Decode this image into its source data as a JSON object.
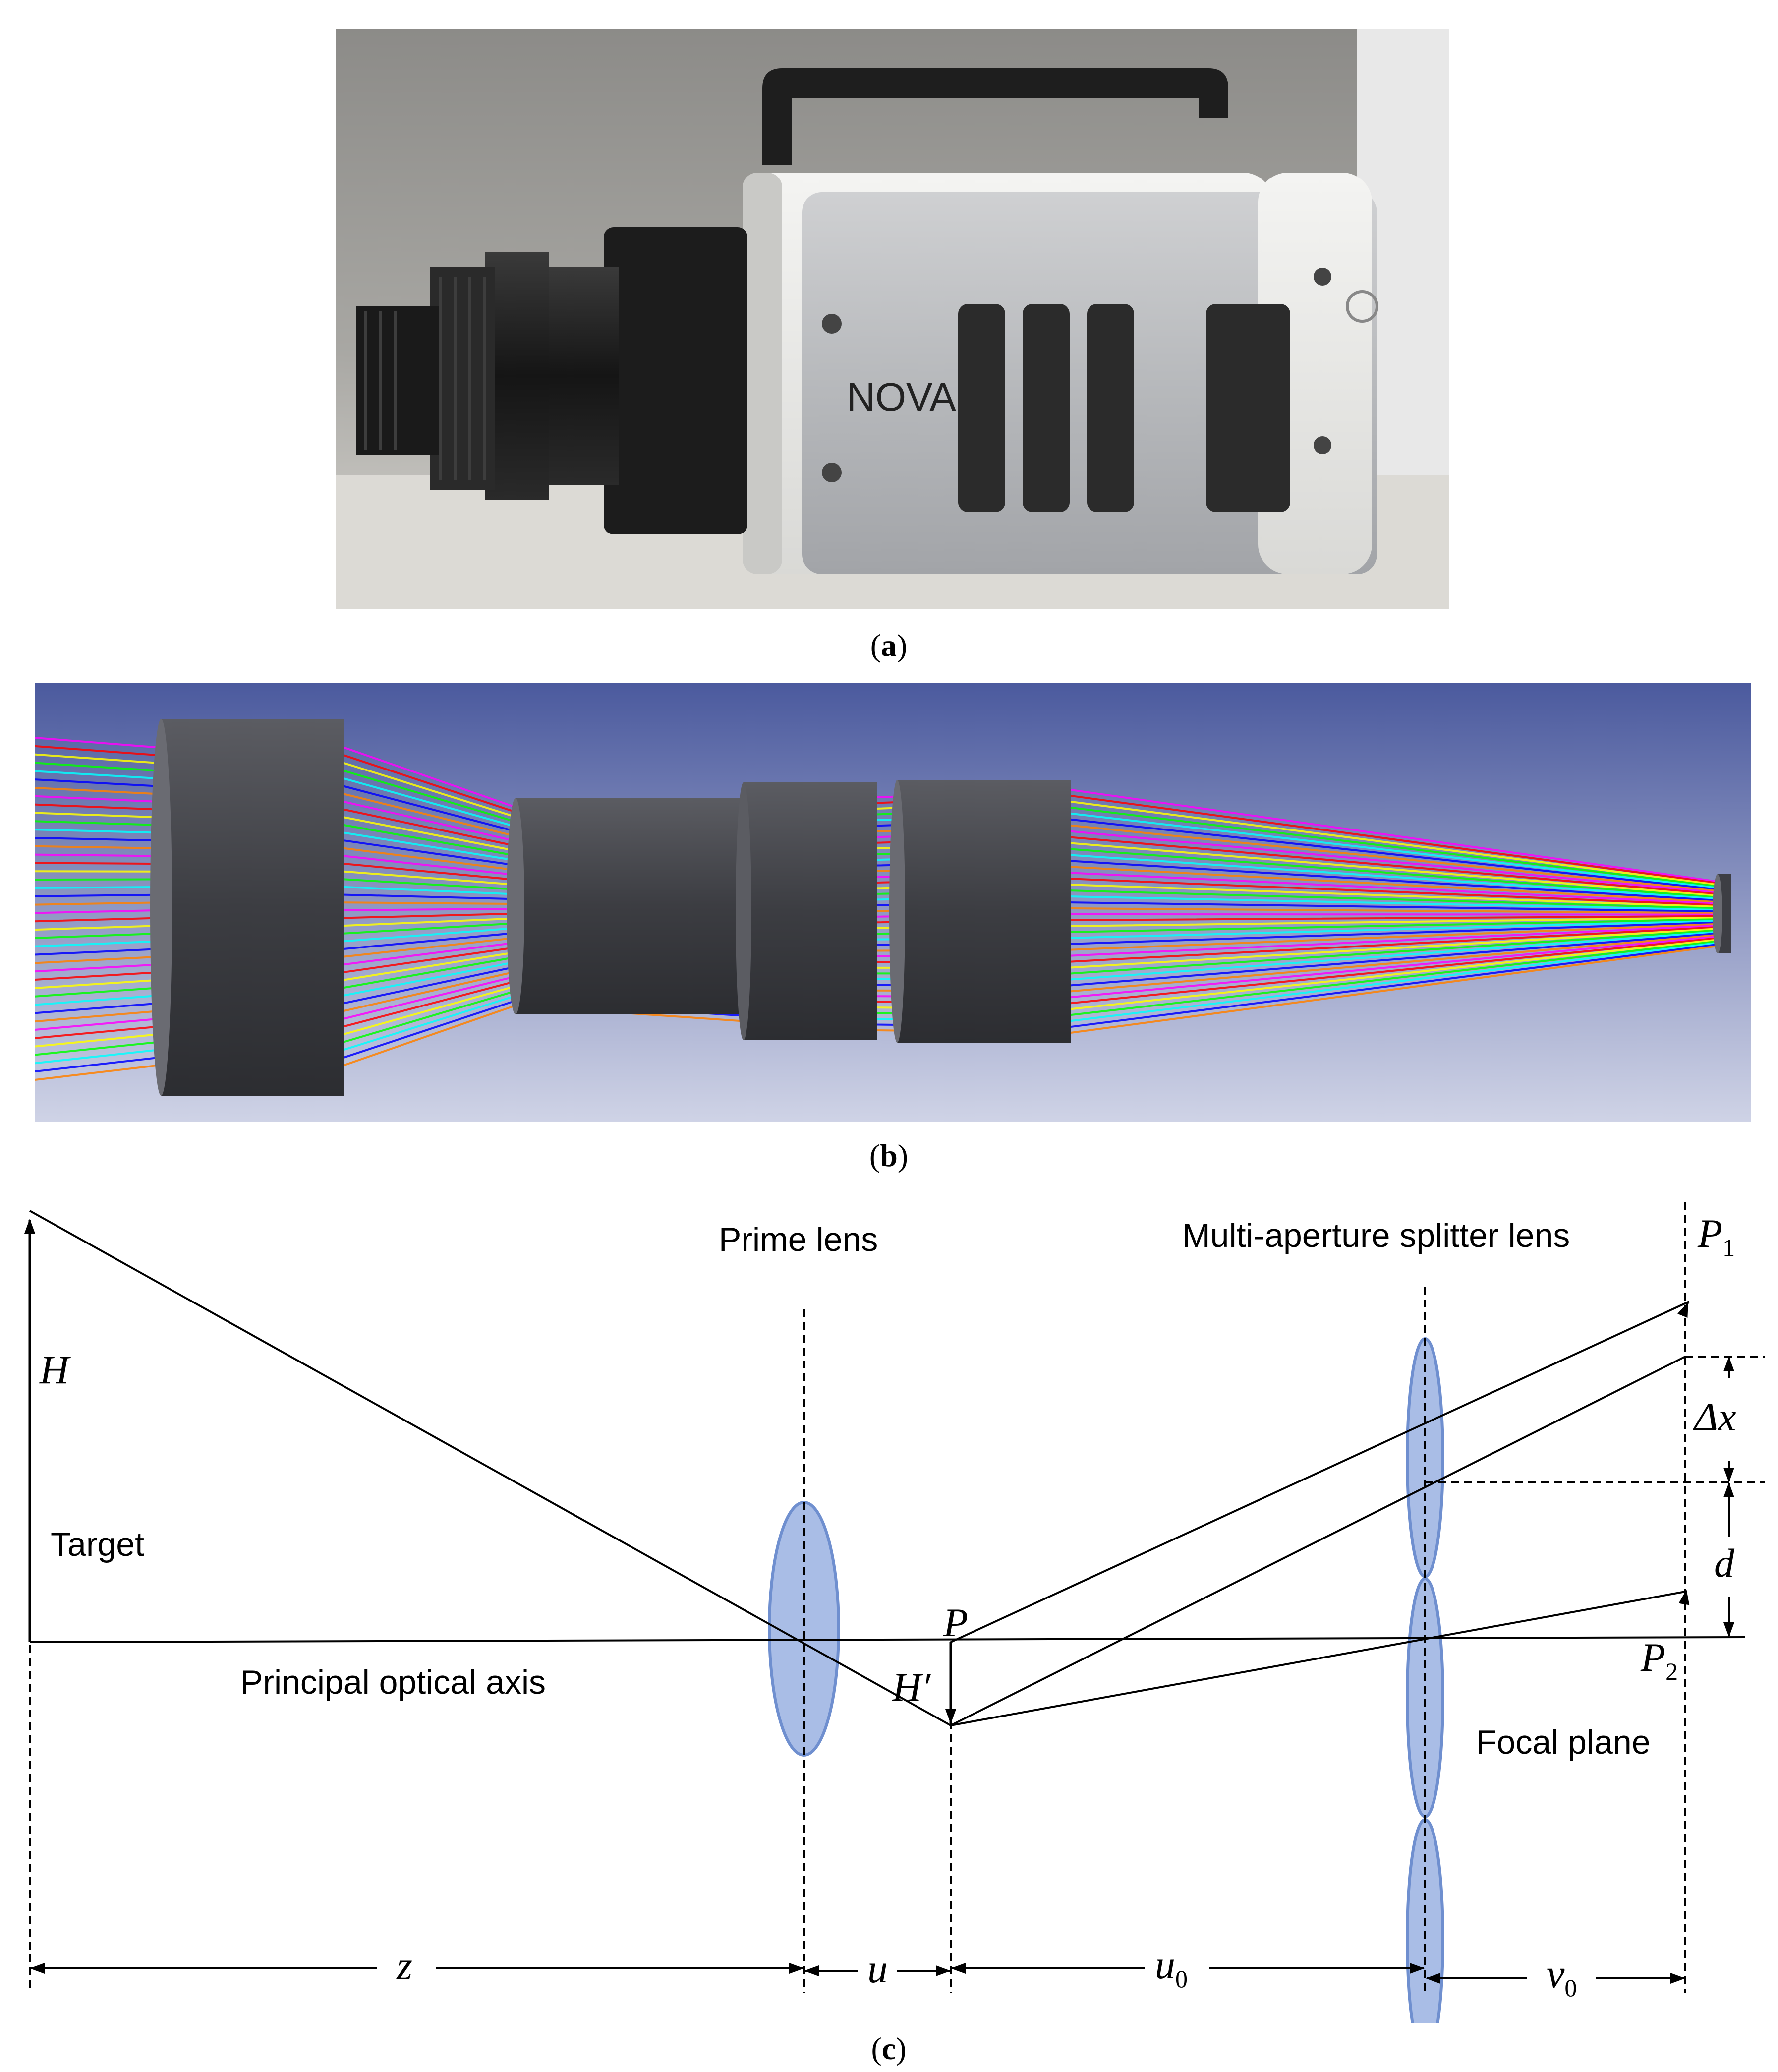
{
  "panels": {
    "a": {
      "caption_open": "(",
      "caption_letter": "a",
      "caption_close": ")",
      "brand_text": "NOVA"
    },
    "b": {
      "caption_open": "(",
      "caption_letter": "b",
      "caption_close": ")"
    },
    "c": {
      "caption_open": "(",
      "caption_letter": "c",
      "caption_close": ")"
    }
  },
  "diagram": {
    "labels": {
      "prime_lens": "Prime lens",
      "splitter_lens": "Multi-aperture splitter lens",
      "target": "Target",
      "principal_axis": "Principal optical axis",
      "focal_plane": "Focal plane"
    },
    "math": {
      "H": "H",
      "H_prime": "H′",
      "P": "P",
      "P1": "P",
      "P1_sub": "1",
      "P2": "P",
      "P2_sub": "2",
      "delta_x": "Δx",
      "d": "d",
      "z": "z",
      "u": "u",
      "u0": "u",
      "u0_sub": "0",
      "v0": "v",
      "v0_sub": "0"
    },
    "colors": {
      "lens_fill": "#a9bde6",
      "lens_stroke": "#6f8fcf",
      "line": "#000000"
    }
  },
  "rays_colors": [
    "#ff00ff",
    "#ff0000",
    "#ffff00",
    "#00ff00",
    "#00ffff",
    "#0000ff",
    "#ff8000"
  ]
}
